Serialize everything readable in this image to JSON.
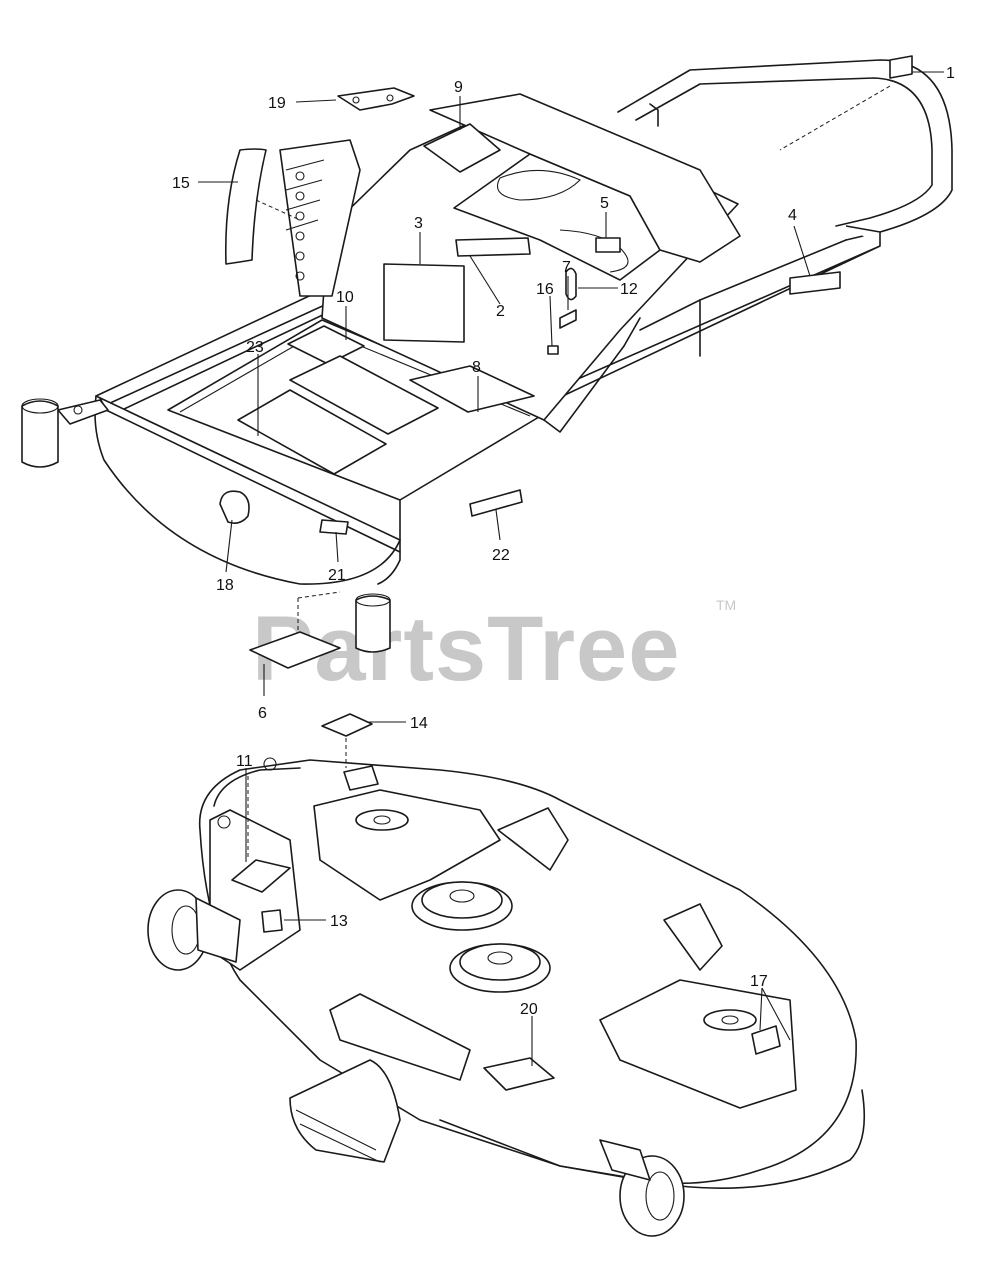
{
  "watermark": {
    "text": "PartsTree",
    "trademark": "TM",
    "color": "#c8c8c8"
  },
  "callouts": [
    {
      "id": "c1",
      "label": "1"
    },
    {
      "id": "c2",
      "label": "2"
    },
    {
      "id": "c3",
      "label": "3"
    },
    {
      "id": "c4",
      "label": "4"
    },
    {
      "id": "c5",
      "label": "5"
    },
    {
      "id": "c6",
      "label": "6"
    },
    {
      "id": "c7",
      "label": "7"
    },
    {
      "id": "c8",
      "label": "8"
    },
    {
      "id": "c9",
      "label": "9"
    },
    {
      "id": "c10",
      "label": "10"
    },
    {
      "id": "c11",
      "label": "11"
    },
    {
      "id": "c12",
      "label": "12"
    },
    {
      "id": "c13",
      "label": "13"
    },
    {
      "id": "c14",
      "label": "14"
    },
    {
      "id": "c15",
      "label": "15"
    },
    {
      "id": "c16",
      "label": "16"
    },
    {
      "id": "c17",
      "label": "17"
    },
    {
      "id": "c18",
      "label": "18"
    },
    {
      "id": "c19",
      "label": "19"
    },
    {
      "id": "c20",
      "label": "20"
    },
    {
      "id": "c21",
      "label": "21"
    },
    {
      "id": "c22",
      "label": "22"
    },
    {
      "id": "c23",
      "label": "23"
    }
  ]
}
